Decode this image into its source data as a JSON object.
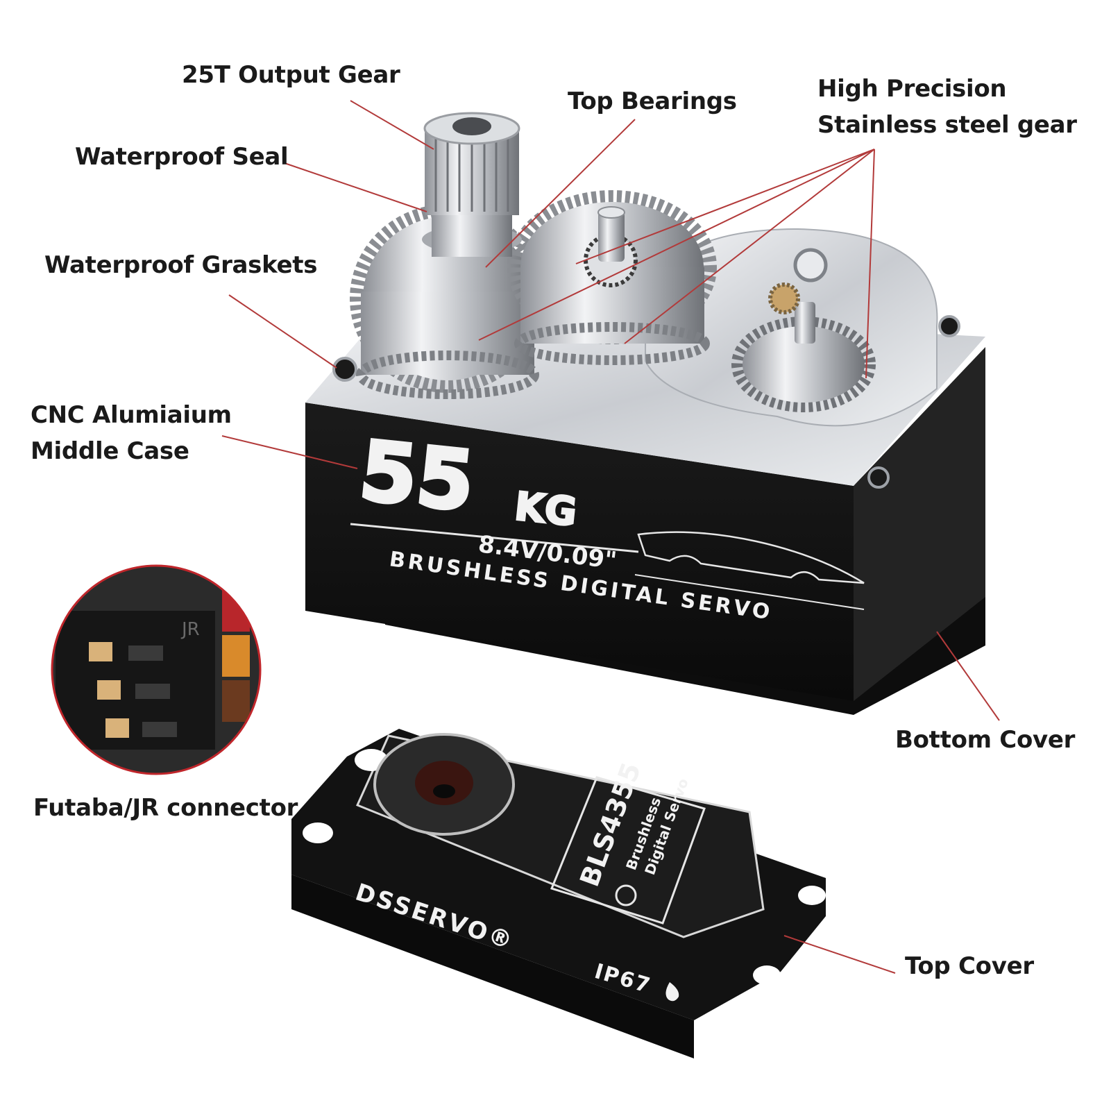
{
  "callouts": {
    "output_gear": "25T Output Gear",
    "top_bearings": "Top Bearings",
    "precision_gear_line1": "High Precision",
    "precision_gear_line2": "Stainless steel gear",
    "waterproof_seal": "Waterproof Seal",
    "waterproof_gaskets": "Waterproof Graskets",
    "middle_case_line1": "CNC Alumiaium",
    "middle_case_line2": "Middle Case",
    "bottom_cover": "Bottom Cover",
    "connector": "Futaba/JR connector",
    "top_cover": "Top Cover"
  },
  "servo_body": {
    "torque_number": "55",
    "torque_unit": "KG",
    "spec": "8.4V/0.09\"",
    "product_type": "BRUSHLESS DIGITAL SERVO"
  },
  "top_cover_print": {
    "brand": "DSSERVO®",
    "model": "BLS4355",
    "model_line1": "Brushless",
    "model_line2": "Digital Servo",
    "rating": "IP67"
  },
  "connector_print": {
    "mark": "JR"
  },
  "colors": {
    "leader_line": "#b23a3a",
    "label_text": "#1a1a1a",
    "body_black": "#141414",
    "aluminium": "#d9dce0",
    "inset_ring": "#c0262b"
  }
}
